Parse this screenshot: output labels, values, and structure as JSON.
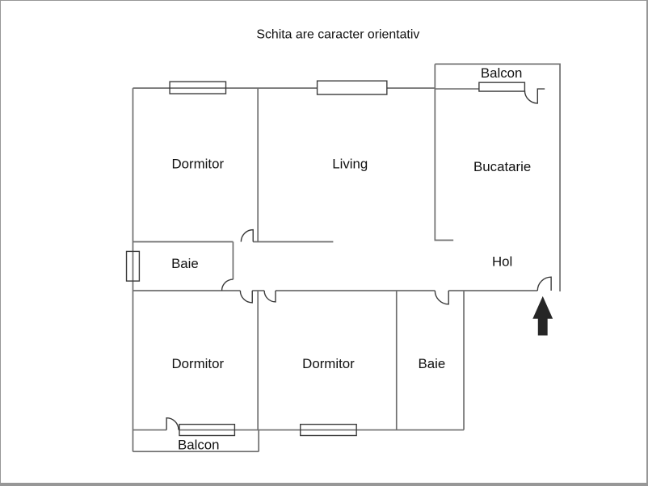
{
  "title": "Schita are caracter orientativ",
  "rooms": {
    "dormitor_top_left": {
      "label": "Dormitor"
    },
    "living": {
      "label": "Living"
    },
    "bucatarie": {
      "label": "Bucatarie"
    },
    "balcon_top": {
      "label": "Balcon"
    },
    "baie_left": {
      "label": "Baie"
    },
    "hol": {
      "label": "Hol"
    },
    "dormitor_bottom_left": {
      "label": "Dormitor"
    },
    "dormitor_bottom_middle": {
      "label": "Dormitor"
    },
    "baie_bottom": {
      "label": "Baie"
    },
    "balcon_bottom": {
      "label": "Balcon"
    }
  },
  "colors": {
    "wall": "#6e6e6e",
    "detail": "#3a3a3a",
    "text": "#111111",
    "arrow": "#262626",
    "frame": "#979797",
    "background": "#ffffff"
  }
}
